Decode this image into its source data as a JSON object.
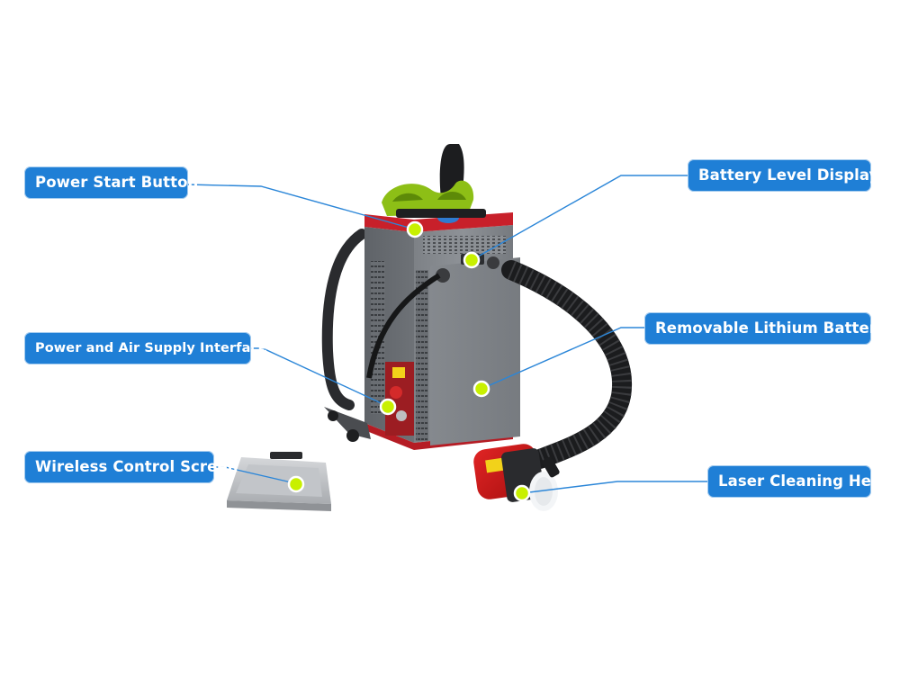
{
  "colors": {
    "callout_bg": "#1f7fd6",
    "callout_text": "#ffffff",
    "leader_line": "#2b86d8",
    "hotspot_dot": "#c8f000",
    "hotspot_ring": "#ffffff"
  },
  "callouts": {
    "power_start": {
      "label": "Power Start Button"
    },
    "power_air": {
      "label": "Power and Air Supply Interface"
    },
    "wireless": {
      "label": "Wireless Control Screen"
    },
    "battery_display": {
      "label": "Battery Level Display"
    },
    "lithium_battery": {
      "label": "Removable Lithium Battery"
    },
    "laser_head": {
      "label": "Laser Cleaning Head"
    }
  }
}
